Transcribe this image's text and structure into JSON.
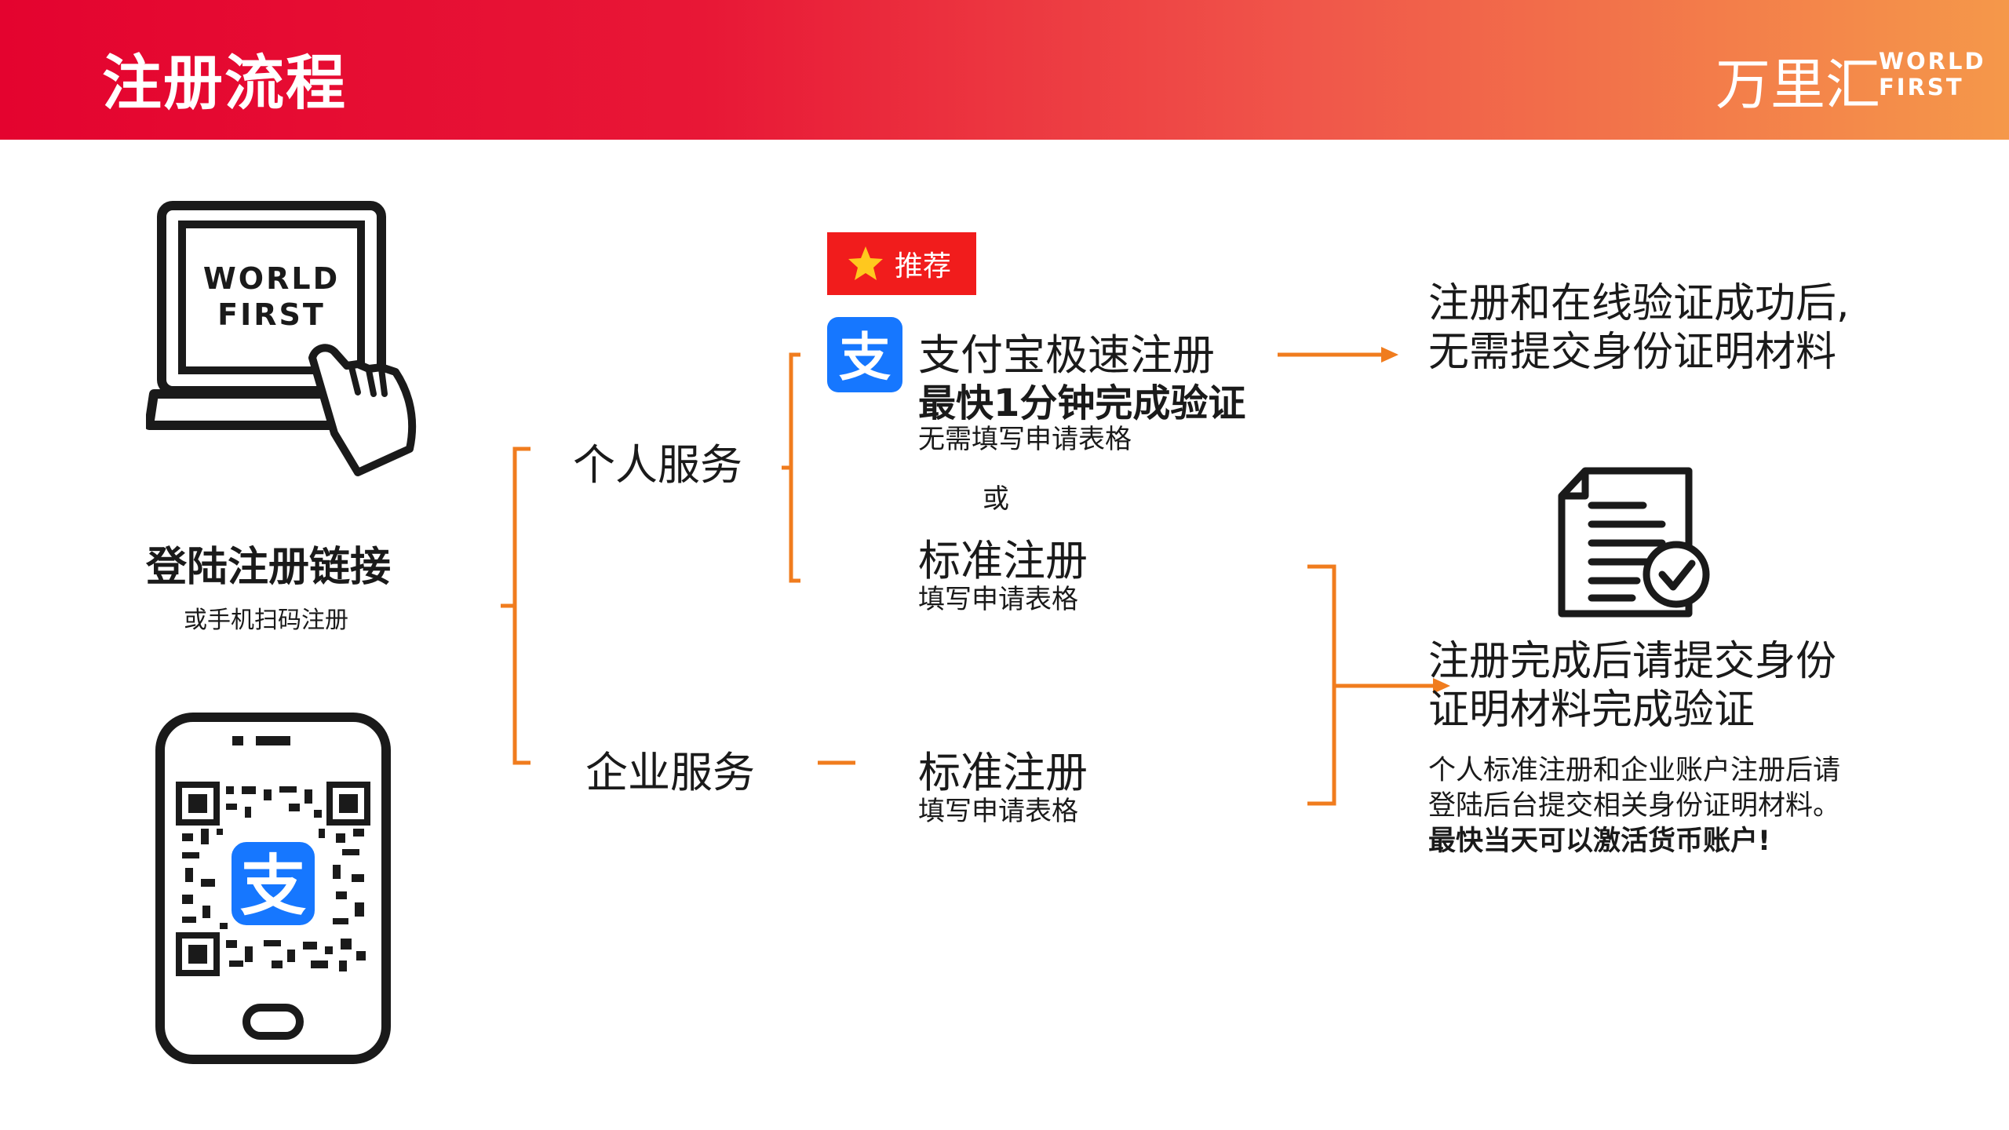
{
  "header": {
    "title": "注册流程",
    "brand_cn": "万里汇",
    "brand_en_1": "WORLD",
    "brand_en_2": "FIRST"
  },
  "left": {
    "laptop_text_1": "WORLD",
    "laptop_text_2": "FIRST",
    "title": "登陆注册链接",
    "subtitle": "或手机扫码注册"
  },
  "branches": {
    "personal": "个人服务",
    "enterprise": "企业服务"
  },
  "options": {
    "badge": "推荐",
    "alipay_logo_glyph": "支",
    "alipay": {
      "title": "支付宝极速注册",
      "line2": "最快1分钟完成验证",
      "sub": "无需填写申请表格"
    },
    "or": "或",
    "standard_personal": {
      "title": "标准注册",
      "sub": "填写申请表格"
    },
    "standard_enterprise": {
      "title": "标准注册",
      "sub": "填写申请表格"
    }
  },
  "results": {
    "fast": {
      "line1": "注册和在线验证成功后,",
      "line2": "无需提交身份证明材料"
    },
    "standard": {
      "line1": "注册完成后请提交身份",
      "line2": "证明材料完成验证",
      "desc1": "个人标准注册和企业账户注册后请",
      "desc2": "登陆后台提交相关身份证明材料。",
      "desc3": "最快当天可以激活货币账户!"
    }
  },
  "colors": {
    "accent_orange": "#f07c1e",
    "header_red": "#e4032f",
    "alipay_blue": "#1677ff"
  }
}
